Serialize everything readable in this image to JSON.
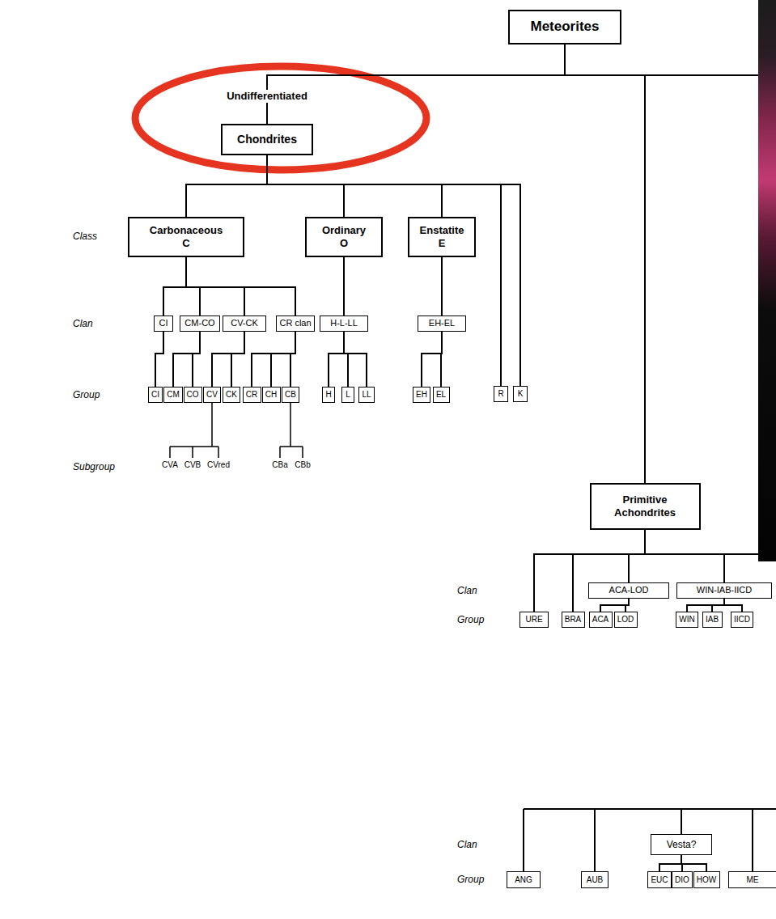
{
  "diagram": {
    "nodes": [
      {
        "text": [
          "Meteorites"
        ]
      },
      {
        "text": [
          "Chondrites"
        ]
      },
      {
        "text": [
          "Carbonaceous",
          "C"
        ]
      },
      {
        "text": [
          "Ordinary",
          "O"
        ]
      },
      {
        "text": [
          "Enstatite",
          "E"
        ]
      },
      {
        "text": [
          "CI"
        ]
      },
      {
        "text": [
          "CM-CO"
        ]
      },
      {
        "text": [
          "CV-CK"
        ]
      },
      {
        "text": [
          "CR clan"
        ]
      },
      {
        "text": [
          "H-L-LL"
        ]
      },
      {
        "text": [
          "EH-EL"
        ]
      },
      {
        "text": [
          "CI"
        ]
      },
      {
        "text": [
          "CM"
        ]
      },
      {
        "text": [
          "CO"
        ]
      },
      {
        "text": [
          "CV"
        ]
      },
      {
        "text": [
          "CK"
        ]
      },
      {
        "text": [
          "CR"
        ]
      },
      {
        "text": [
          "CH"
        ]
      },
      {
        "text": [
          "CB"
        ]
      },
      {
        "text": [
          "H"
        ]
      },
      {
        "text": [
          "L"
        ]
      },
      {
        "text": [
          "LL"
        ]
      },
      {
        "text": [
          "EH"
        ]
      },
      {
        "text": [
          "EL"
        ]
      },
      {
        "text": [
          "R"
        ]
      },
      {
        "text": [
          "K"
        ]
      },
      {
        "text": [
          "Primitive Achondrites"
        ]
      },
      {
        "text": [
          "ACA-LOD"
        ]
      },
      {
        "text": [
          "WIN-IAB-IICD"
        ]
      },
      {
        "text": [
          "URE"
        ]
      },
      {
        "text": [
          "BRA"
        ]
      },
      {
        "text": [
          "ACA"
        ]
      },
      {
        "text": [
          "LOD"
        ]
      },
      {
        "text": [
          "WIN"
        ]
      },
      {
        "text": [
          "IAB"
        ]
      },
      {
        "text": [
          "IICD"
        ]
      },
      {
        "text": [
          "Vesta?"
        ]
      },
      {
        "text": [
          "ANG"
        ]
      },
      {
        "text": [
          "AUB"
        ]
      },
      {
        "text": [
          "EUC"
        ]
      },
      {
        "text": [
          "DIO"
        ]
      },
      {
        "text": [
          "HOW"
        ]
      },
      {
        "text": [
          "ME"
        ]
      }
    ],
    "edges": [
      {
        "from": 0,
        "to": 1,
        "arrow": "none"
      },
      {
        "from": 0,
        "to": 26,
        "arrow": "none"
      },
      {
        "from": 1,
        "to": 2,
        "arrow": "none"
      },
      {
        "from": 1,
        "to": 3,
        "arrow": "none"
      },
      {
        "from": 1,
        "to": 4,
        "arrow": "none"
      },
      {
        "from": 1,
        "to": 24,
        "arrow": "none"
      },
      {
        "from": 1,
        "to": 25,
        "arrow": "none"
      },
      {
        "from": 2,
        "to": 5,
        "arrow": "none"
      },
      {
        "from": 2,
        "to": 6,
        "arrow": "none"
      },
      {
        "from": 2,
        "to": 7,
        "arrow": "none"
      },
      {
        "from": 2,
        "to": 8,
        "arrow": "none"
      },
      {
        "from": 3,
        "to": 9,
        "arrow": "none"
      },
      {
        "from": 4,
        "to": 10,
        "arrow": "none"
      },
      {
        "from": 5,
        "to": 11,
        "arrow": "none"
      },
      {
        "from": 6,
        "to": 12,
        "arrow": "none"
      },
      {
        "from": 6,
        "to": 13,
        "arrow": "none"
      },
      {
        "from": 7,
        "to": 14,
        "arrow": "none"
      },
      {
        "from": 7,
        "to": 15,
        "arrow": "none"
      },
      {
        "from": 8,
        "to": 16,
        "arrow": "none"
      },
      {
        "from": 8,
        "to": 17,
        "arrow": "none"
      },
      {
        "from": 8,
        "to": 18,
        "arrow": "none"
      },
      {
        "from": 9,
        "to": 19,
        "arrow": "none"
      },
      {
        "from": 9,
        "to": 20,
        "arrow": "none"
      },
      {
        "from": 9,
        "to": 21,
        "arrow": "none"
      },
      {
        "from": 10,
        "to": 22,
        "arrow": "none"
      },
      {
        "from": 10,
        "to": 23,
        "arrow": "none"
      },
      {
        "from": 26,
        "to": 29,
        "arrow": "none"
      },
      {
        "from": 26,
        "to": 30,
        "arrow": "none"
      },
      {
        "from": 26,
        "to": 27,
        "arrow": "none"
      },
      {
        "from": 26,
        "to": 28,
        "arrow": "none"
      },
      {
        "from": 27,
        "to": 31,
        "arrow": "none"
      },
      {
        "from": 27,
        "to": 32,
        "arrow": "none"
      },
      {
        "from": 28,
        "to": 33,
        "arrow": "none"
      },
      {
        "from": 28,
        "to": 34,
        "arrow": "none"
      },
      {
        "from": 28,
        "to": 35,
        "arrow": "none"
      },
      {
        "from": 36,
        "to": 39,
        "arrow": "none"
      },
      {
        "from": 36,
        "to": 40,
        "arrow": "none"
      },
      {
        "from": 36,
        "to": 41,
        "arrow": "none"
      }
    ],
    "labels": [
      "Undifferentiated",
      "Class",
      "Clan",
      "Group",
      "Subgroup",
      "CVA",
      "CVB",
      "CVred",
      "CBa",
      "CBb",
      "Clan",
      "Group",
      "Clan",
      "Group"
    ]
  }
}
